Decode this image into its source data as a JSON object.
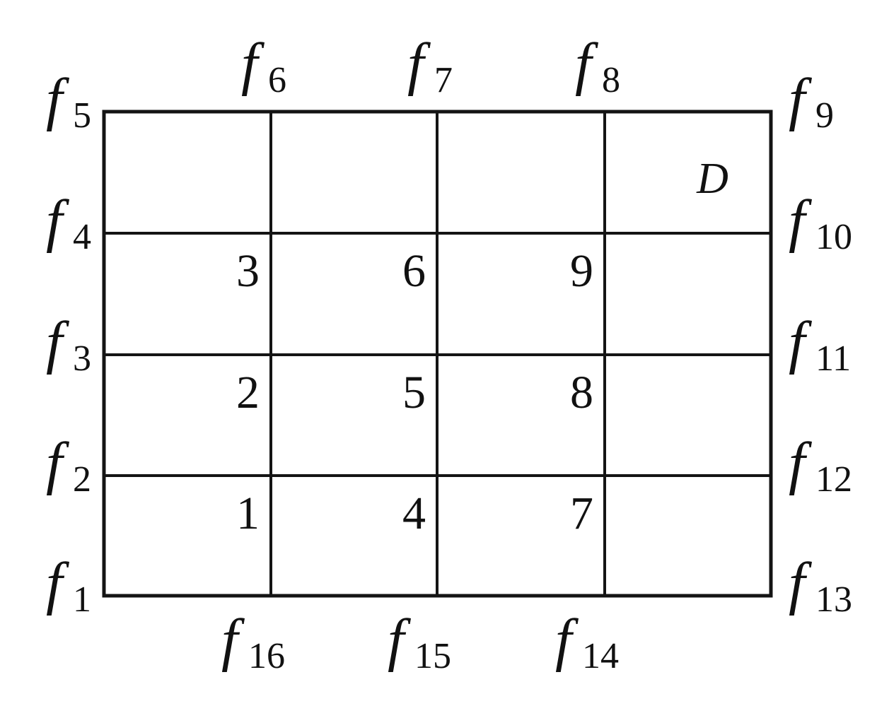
{
  "grid": {
    "columns": 4,
    "rows": 4
  },
  "cells": [
    {
      "id": "cell-1",
      "label": "1",
      "col": 0,
      "row": 0
    },
    {
      "id": "cell-2",
      "label": "2",
      "col": 0,
      "row": 1
    },
    {
      "id": "cell-3",
      "label": "3",
      "col": 0,
      "row": 2
    },
    {
      "id": "cell-4",
      "label": "4",
      "col": 1,
      "row": 0
    },
    {
      "id": "cell-5",
      "label": "5",
      "col": 1,
      "row": 1
    },
    {
      "id": "cell-6",
      "label": "6",
      "col": 1,
      "row": 2
    },
    {
      "id": "cell-7",
      "label": "7",
      "col": 2,
      "row": 0
    },
    {
      "id": "cell-8",
      "label": "8",
      "col": 2,
      "row": 1
    },
    {
      "id": "cell-9",
      "label": "9",
      "col": 2,
      "row": 2
    },
    {
      "id": "cell-d",
      "label": "D",
      "col": 3,
      "row": 3
    }
  ],
  "boundary_labels": [
    {
      "id": "f1",
      "symbol": "f",
      "sub": "1",
      "side": "left",
      "index": 0
    },
    {
      "id": "f2",
      "symbol": "f",
      "sub": "2",
      "side": "left",
      "index": 1
    },
    {
      "id": "f3",
      "symbol": "f",
      "sub": "3",
      "side": "left",
      "index": 2
    },
    {
      "id": "f4",
      "symbol": "f",
      "sub": "4",
      "side": "left",
      "index": 3
    },
    {
      "id": "f5",
      "symbol": "f",
      "sub": "5",
      "side": "left",
      "index": 4
    },
    {
      "id": "f6",
      "symbol": "f",
      "sub": "6",
      "side": "top",
      "index": 1
    },
    {
      "id": "f7",
      "symbol": "f",
      "sub": "7",
      "side": "top",
      "index": 2
    },
    {
      "id": "f8",
      "symbol": "f",
      "sub": "8",
      "side": "top",
      "index": 3
    },
    {
      "id": "f9",
      "symbol": "f",
      "sub": "9",
      "side": "right",
      "index": 4
    },
    {
      "id": "f10",
      "symbol": "f",
      "sub": "10",
      "side": "right",
      "index": 3
    },
    {
      "id": "f11",
      "symbol": "f",
      "sub": "11",
      "side": "right",
      "index": 2
    },
    {
      "id": "f12",
      "symbol": "f",
      "sub": "12",
      "side": "right",
      "index": 1
    },
    {
      "id": "f13",
      "symbol": "f",
      "sub": "13",
      "side": "right",
      "index": 0
    },
    {
      "id": "f14",
      "symbol": "f",
      "sub": "14",
      "side": "bottom",
      "index": 3
    },
    {
      "id": "f15",
      "symbol": "f",
      "sub": "15",
      "side": "bottom",
      "index": 2
    },
    {
      "id": "f16",
      "symbol": "f",
      "sub": "16",
      "side": "bottom",
      "index": 1
    }
  ]
}
